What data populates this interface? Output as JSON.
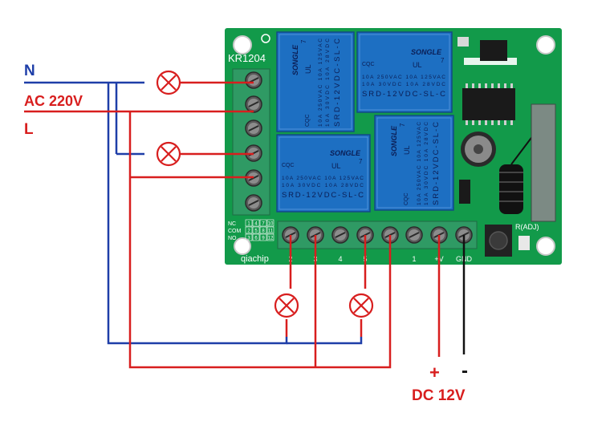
{
  "labels": {
    "neutral": "N",
    "ac_voltage": "AC 220V",
    "live": "L",
    "dc_voltage": "DC 12V",
    "plus_sign": "+",
    "minus_sign": "-"
  },
  "board": {
    "model": "KR1204",
    "brand": "qiachip",
    "reset_label": "R(ADJ)",
    "row_labels": [
      "NC",
      "COM",
      "NO"
    ],
    "terminal_grid": [
      [
        "1",
        "4",
        "7",
        "10"
      ],
      [
        "2",
        "5",
        "8",
        "11"
      ],
      [
        "3",
        "6",
        "9",
        "12"
      ]
    ],
    "bottom_terminal_labels": [
      "2",
      "3",
      "4",
      "5",
      "",
      "1",
      "+V",
      "GND"
    ]
  },
  "relays": [
    {
      "brand": "SONGLE",
      "model": "SRD-12VDC-SL-C",
      "rating_line1": "10A 250VAC  10A 125VAC",
      "rating_line2": "10A 30VDC  10A 28VDC",
      "cert": "CQC",
      "ul": "UL",
      "pin_no": "7"
    },
    {
      "brand": "SONGLE",
      "model": "SRD-12VDC-SL-C",
      "rating_line1": "10A 250VAC  10A 125VAC",
      "rating_line2": "10A 30VDC  10A 28VDC",
      "cert": "CQC",
      "ul": "UL",
      "pin_no": "7"
    },
    {
      "brand": "SONGLE",
      "model": "SRD-12VDC-SL-C",
      "rating_line1": "10A 250VAC  10A 125VAC",
      "rating_line2": "10A 30VDC  10A 28VDC",
      "cert": "CQC",
      "ul": "UL",
      "pin_no": "7"
    },
    {
      "brand": "SONGLE",
      "model": "SRD-12VDC-SL-C",
      "rating_line1": "10A 250VAC  10A 125VAC",
      "rating_line2": "10A 30VDC  10A 28VDC",
      "cert": "CQC",
      "ul": "UL",
      "pin_no": "7"
    }
  ],
  "colors": {
    "neutral_wire": "#1e3ea8",
    "live_wire": "#d81e1e",
    "dc_negative_wire": "#111111",
    "pcb": "#129a4a",
    "relay": "#1d6fc2",
    "terminal_block": "#2f9a64"
  }
}
